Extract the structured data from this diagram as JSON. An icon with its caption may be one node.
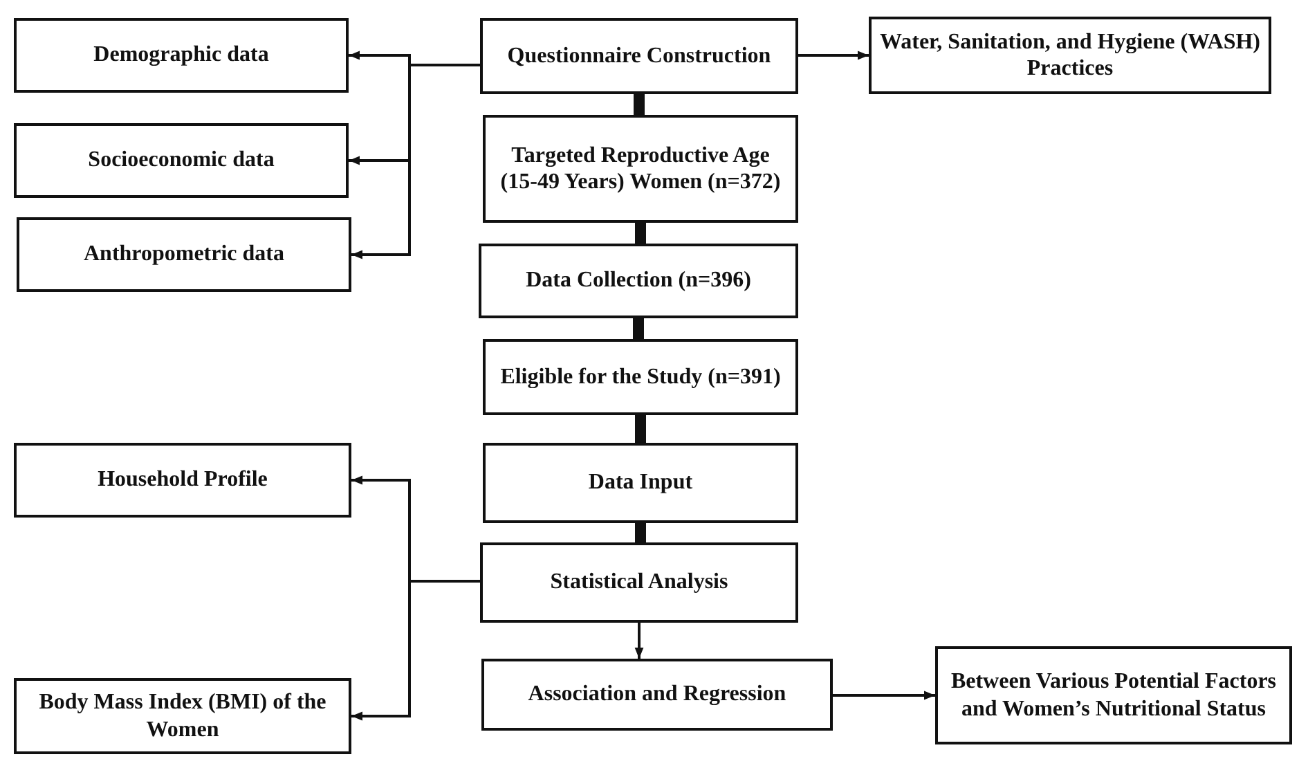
{
  "diagram": {
    "nodes": [
      {
        "text": [
          "Questionnaire Construction"
        ]
      },
      {
        "text": [
          "Demographic data"
        ]
      },
      {
        "text": [
          "Socioeconomic data"
        ]
      },
      {
        "text": [
          "Anthropometric data"
        ]
      },
      {
        "text": [
          "Water, Sanitation, and Hygiene (WASH) Practices"
        ]
      },
      {
        "text": [
          "Targeted Reproductive Age (15-49 Years) Women (n=372)"
        ]
      },
      {
        "text": [
          "Data Collection (n=396)"
        ]
      },
      {
        "text": [
          "Eligible for the Study (n=391)"
        ]
      },
      {
        "text": [
          "Data Input"
        ]
      },
      {
        "text": [
          "Statistical Analysis"
        ]
      },
      {
        "text": [
          "Association and Regression"
        ]
      },
      {
        "text": [
          "Between Various Potential Factors and Women’s Nutritional Status"
        ]
      },
      {
        "text": [
          "Household Profile"
        ]
      },
      {
        "text": [
          "Body Mass Index (BMI) of the Women"
        ]
      }
    ],
    "edges": [
      {
        "from": 0,
        "to": 1,
        "arrow": "to"
      },
      {
        "from": 0,
        "to": 2,
        "arrow": "to"
      },
      {
        "from": 0,
        "to": 3,
        "arrow": "to"
      },
      {
        "from": 0,
        "to": 4,
        "arrow": "to"
      },
      {
        "from": 0,
        "to": 5,
        "arrow": "to",
        "style": "thick"
      },
      {
        "from": 5,
        "to": 6,
        "arrow": "to",
        "style": "thick"
      },
      {
        "from": 6,
        "to": 7,
        "arrow": "to",
        "style": "thick"
      },
      {
        "from": 7,
        "to": 8,
        "arrow": "to",
        "style": "thick"
      },
      {
        "from": 8,
        "to": 9,
        "arrow": "to",
        "style": "thick"
      },
      {
        "from": 9,
        "to": 12,
        "arrow": "to"
      },
      {
        "from": 9,
        "to": 13,
        "arrow": "to"
      },
      {
        "from": 9,
        "to": 10,
        "arrow": "to"
      },
      {
        "from": 10,
        "to": 11,
        "arrow": "to"
      }
    ]
  }
}
